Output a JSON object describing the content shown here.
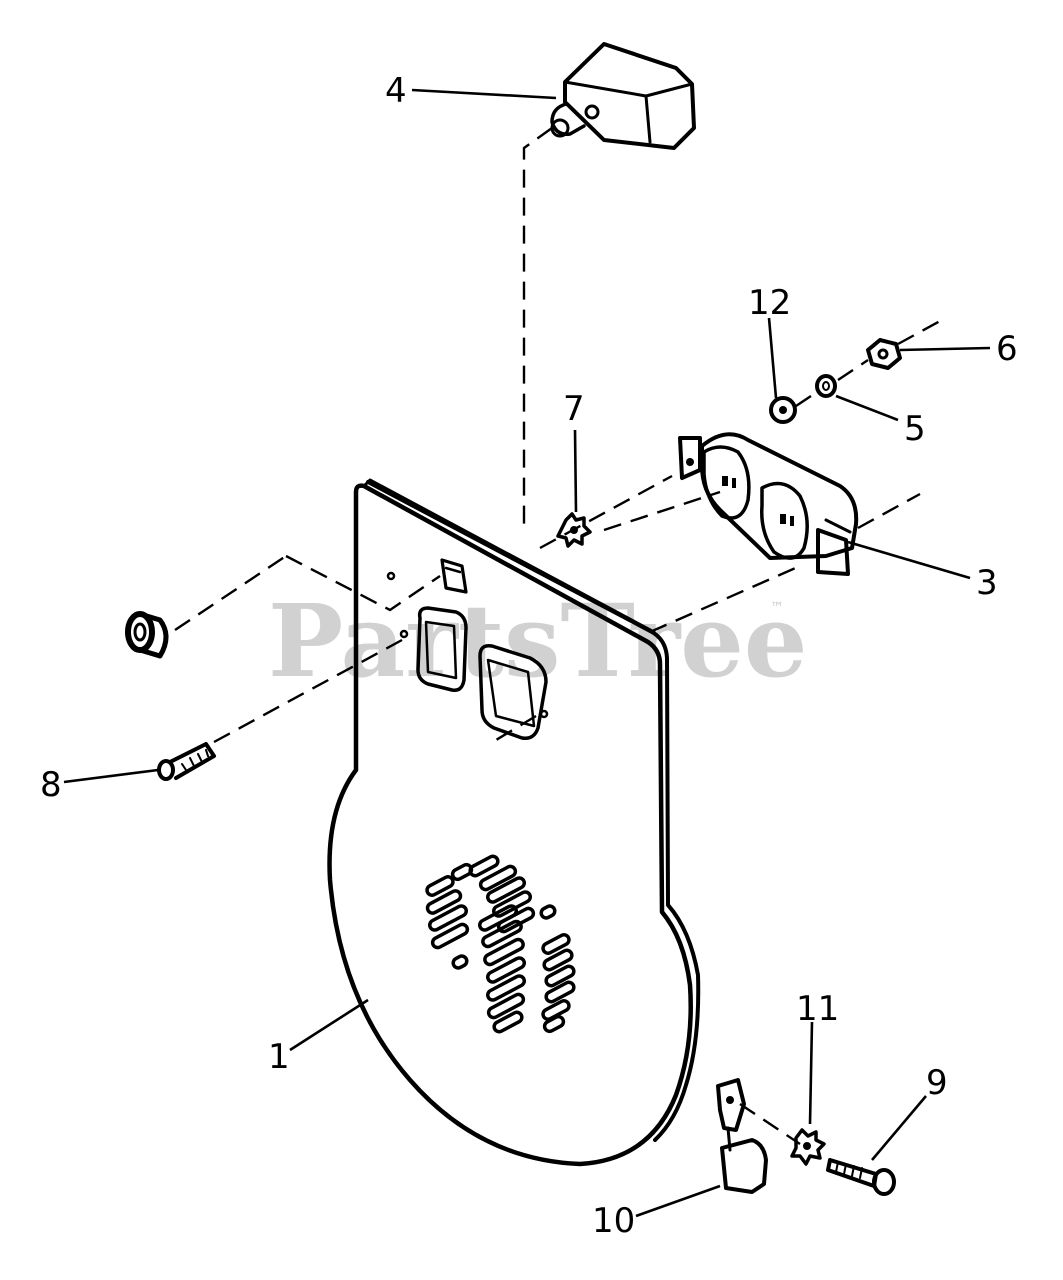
{
  "watermark": {
    "text": "PartsTree",
    "trademark": "™"
  },
  "callouts": [
    {
      "id": "1",
      "label": "1"
    },
    {
      "id": "3",
      "label": "3"
    },
    {
      "id": "4",
      "label": "4"
    },
    {
      "id": "5",
      "label": "5"
    },
    {
      "id": "6",
      "label": "6"
    },
    {
      "id": "7",
      "label": "7"
    },
    {
      "id": "8",
      "label": "8"
    },
    {
      "id": "9",
      "label": "9"
    },
    {
      "id": "10",
      "label": "10"
    },
    {
      "id": "11",
      "label": "11"
    },
    {
      "id": "12",
      "label": "12"
    }
  ]
}
